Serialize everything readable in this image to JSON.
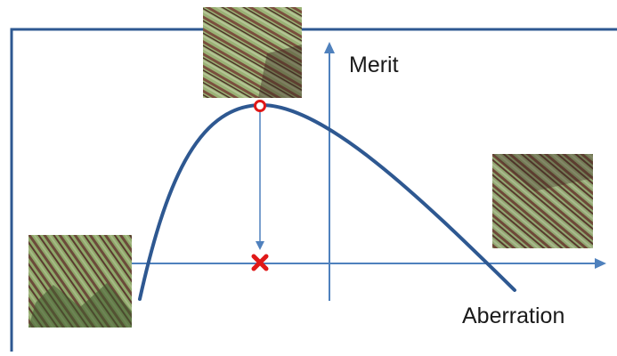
{
  "labels": {
    "y_axis": "Merit",
    "x_axis": "Aberration"
  },
  "colors": {
    "frame": "#2e5891",
    "curve": "#2e5891",
    "axes": "#4f81bd",
    "peak_marker": "#e01818",
    "target_marker": "#e01818"
  },
  "thumbnails": [
    {
      "name": "thumbnail-left",
      "description_icon": "specimen-image"
    },
    {
      "name": "thumbnail-peak",
      "description_icon": "specimen-image"
    },
    {
      "name": "thumbnail-right",
      "description_icon": "specimen-image"
    }
  ]
}
